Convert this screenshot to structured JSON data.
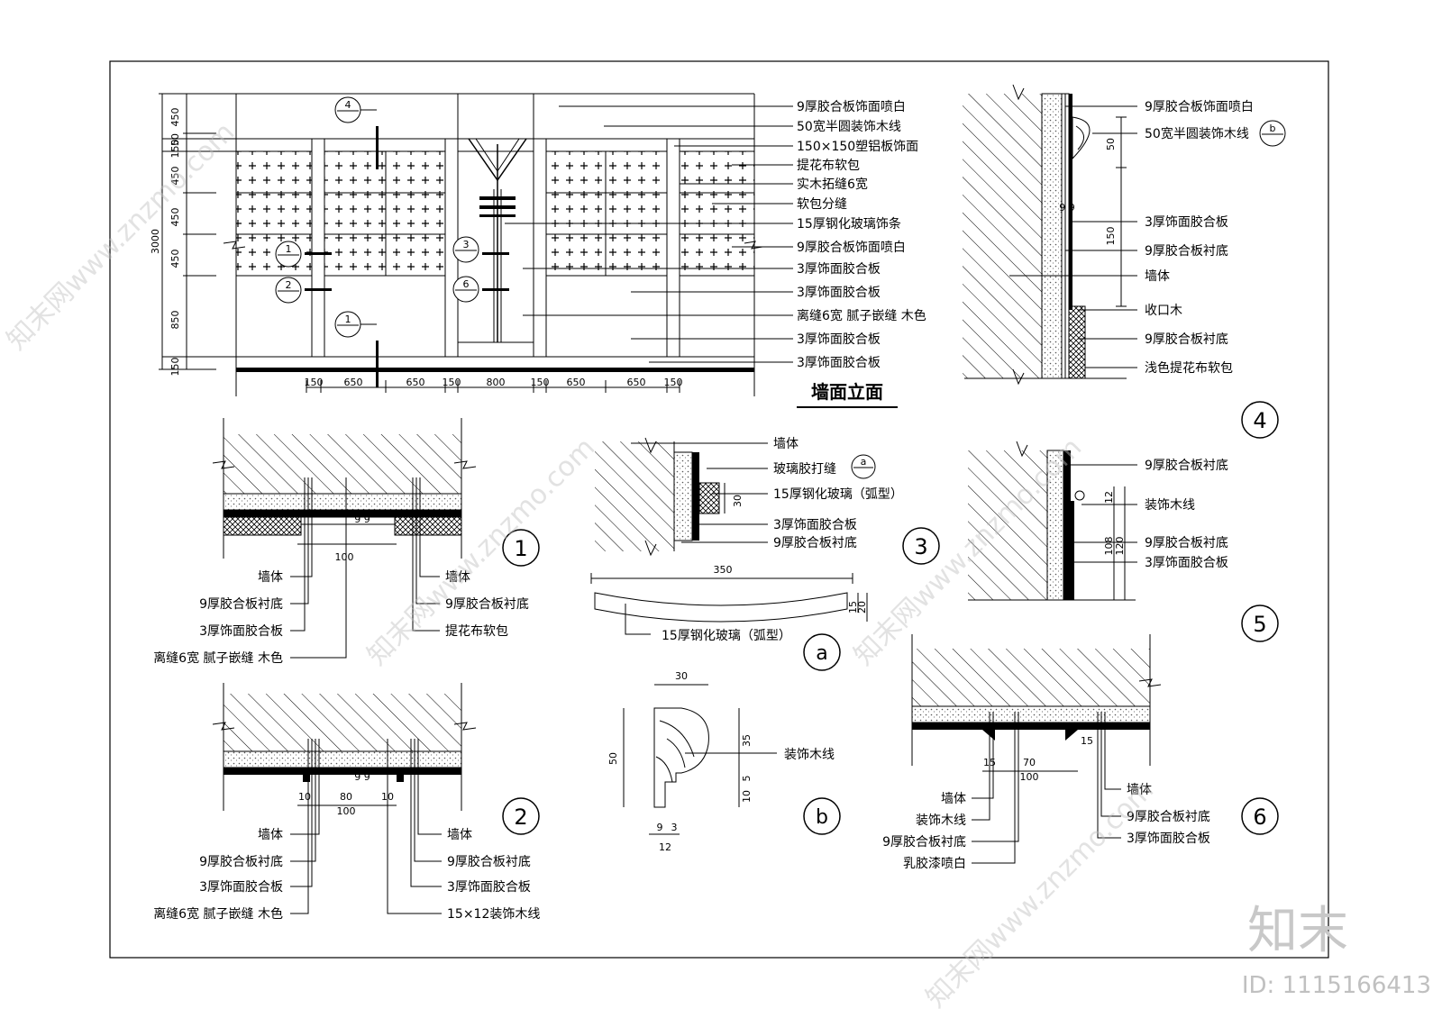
{
  "elevation": {
    "title": "墙面立面",
    "callouts": [
      "9厚胶合板饰面喷白",
      "50宽半圆装饰木线",
      "150×150塑铝板饰面",
      "提花布软包",
      "实木拓缝6宽",
      "软包分缝",
      "15厚钢化玻璃饰条",
      "9厚胶合板饰面喷白",
      "3厚饰面胶合板",
      "3厚饰面胶合板",
      "离缝6宽 腻子嵌缝 木色",
      "3厚饰面胶合板",
      "3厚饰面胶合板"
    ],
    "vertical_dims": [
      "450",
      "50",
      "150",
      "450",
      "450",
      "450",
      "850",
      "150"
    ],
    "total_height": "3000",
    "horizontal_dims": [
      "150",
      "650",
      "650",
      "150",
      "800",
      "150",
      "650",
      "650",
      "150"
    ],
    "marker_top": [
      "4",
      "—"
    ],
    "marker_1": [
      "1",
      "—"
    ],
    "marker_2": [
      "2",
      "—"
    ],
    "marker_1b": [
      "1",
      "—"
    ],
    "marker_3": [
      "3",
      "—"
    ],
    "marker_6": [
      "6",
      "—"
    ]
  },
  "detail1": {
    "number": "1",
    "dim": "100",
    "small_dims": "9 9",
    "left_labels": [
      "墙体",
      "9厚胶合板衬底",
      "3厚饰面胶合板",
      "离缝6宽 腻子嵌缝 木色"
    ],
    "right_labels": [
      "墙体",
      "9厚胶合板衬底",
      "提花布软包"
    ]
  },
  "detail2": {
    "number": "2",
    "dims": [
      "10",
      "80",
      "10",
      "100"
    ],
    "small_dims": "9 9",
    "left_labels": [
      "墙体",
      "9厚胶合板衬底",
      "3厚饰面胶合板",
      "离缝6宽 腻子嵌缝 木色"
    ],
    "right_labels": [
      "墙体",
      "9厚胶合板衬底",
      "3厚饰面胶合板",
      "15×12装饰木线"
    ]
  },
  "detail3": {
    "number": "3",
    "dim": "30",
    "labels": [
      "墙体",
      "玻璃胶打缝",
      "15厚钢化玻璃（弧型）",
      "3厚饰面胶合板",
      "9厚胶合板衬底"
    ],
    "ref_marker": [
      "a",
      "—"
    ]
  },
  "detail_a": {
    "number": "a",
    "dims": [
      "350",
      "15",
      "20"
    ],
    "label": "15厚钢化玻璃（弧型）"
  },
  "detail_b": {
    "number": "b",
    "label": "装饰木线",
    "dims": [
      "30",
      "50",
      "35",
      "5",
      "10",
      "9",
      "3",
      "12"
    ]
  },
  "detail4": {
    "number": "4",
    "labels": [
      "9厚胶合板饰面喷白",
      "50宽半圆装饰木线",
      "3厚饰面胶合板",
      "9厚胶合板衬底",
      "墙体",
      "收口木",
      "9厚胶合板衬底",
      "浅色提花布软包"
    ],
    "dims": [
      "50",
      "150",
      "9 9"
    ],
    "ref_marker": [
      "b",
      "—"
    ]
  },
  "detail5": {
    "number": "5",
    "labels": [
      "9厚胶合板衬底",
      "装饰木线",
      "9厚胶合板衬底",
      "3厚饰面胶合板"
    ],
    "dims": [
      "12",
      "108",
      "120"
    ]
  },
  "detail6": {
    "number": "6",
    "dims": [
      "15",
      "70",
      "15",
      "100"
    ],
    "left_labels": [
      "墙体",
      "装饰木线",
      "9厚胶合板衬底",
      "乳胶漆喷白"
    ],
    "right_labels": [
      "墙体",
      "9厚胶合板衬底",
      "3厚饰面胶合板"
    ]
  },
  "watermark": {
    "brand": "知末",
    "id": "ID: 1115166413",
    "site": "知末网www.znzmo.com"
  }
}
